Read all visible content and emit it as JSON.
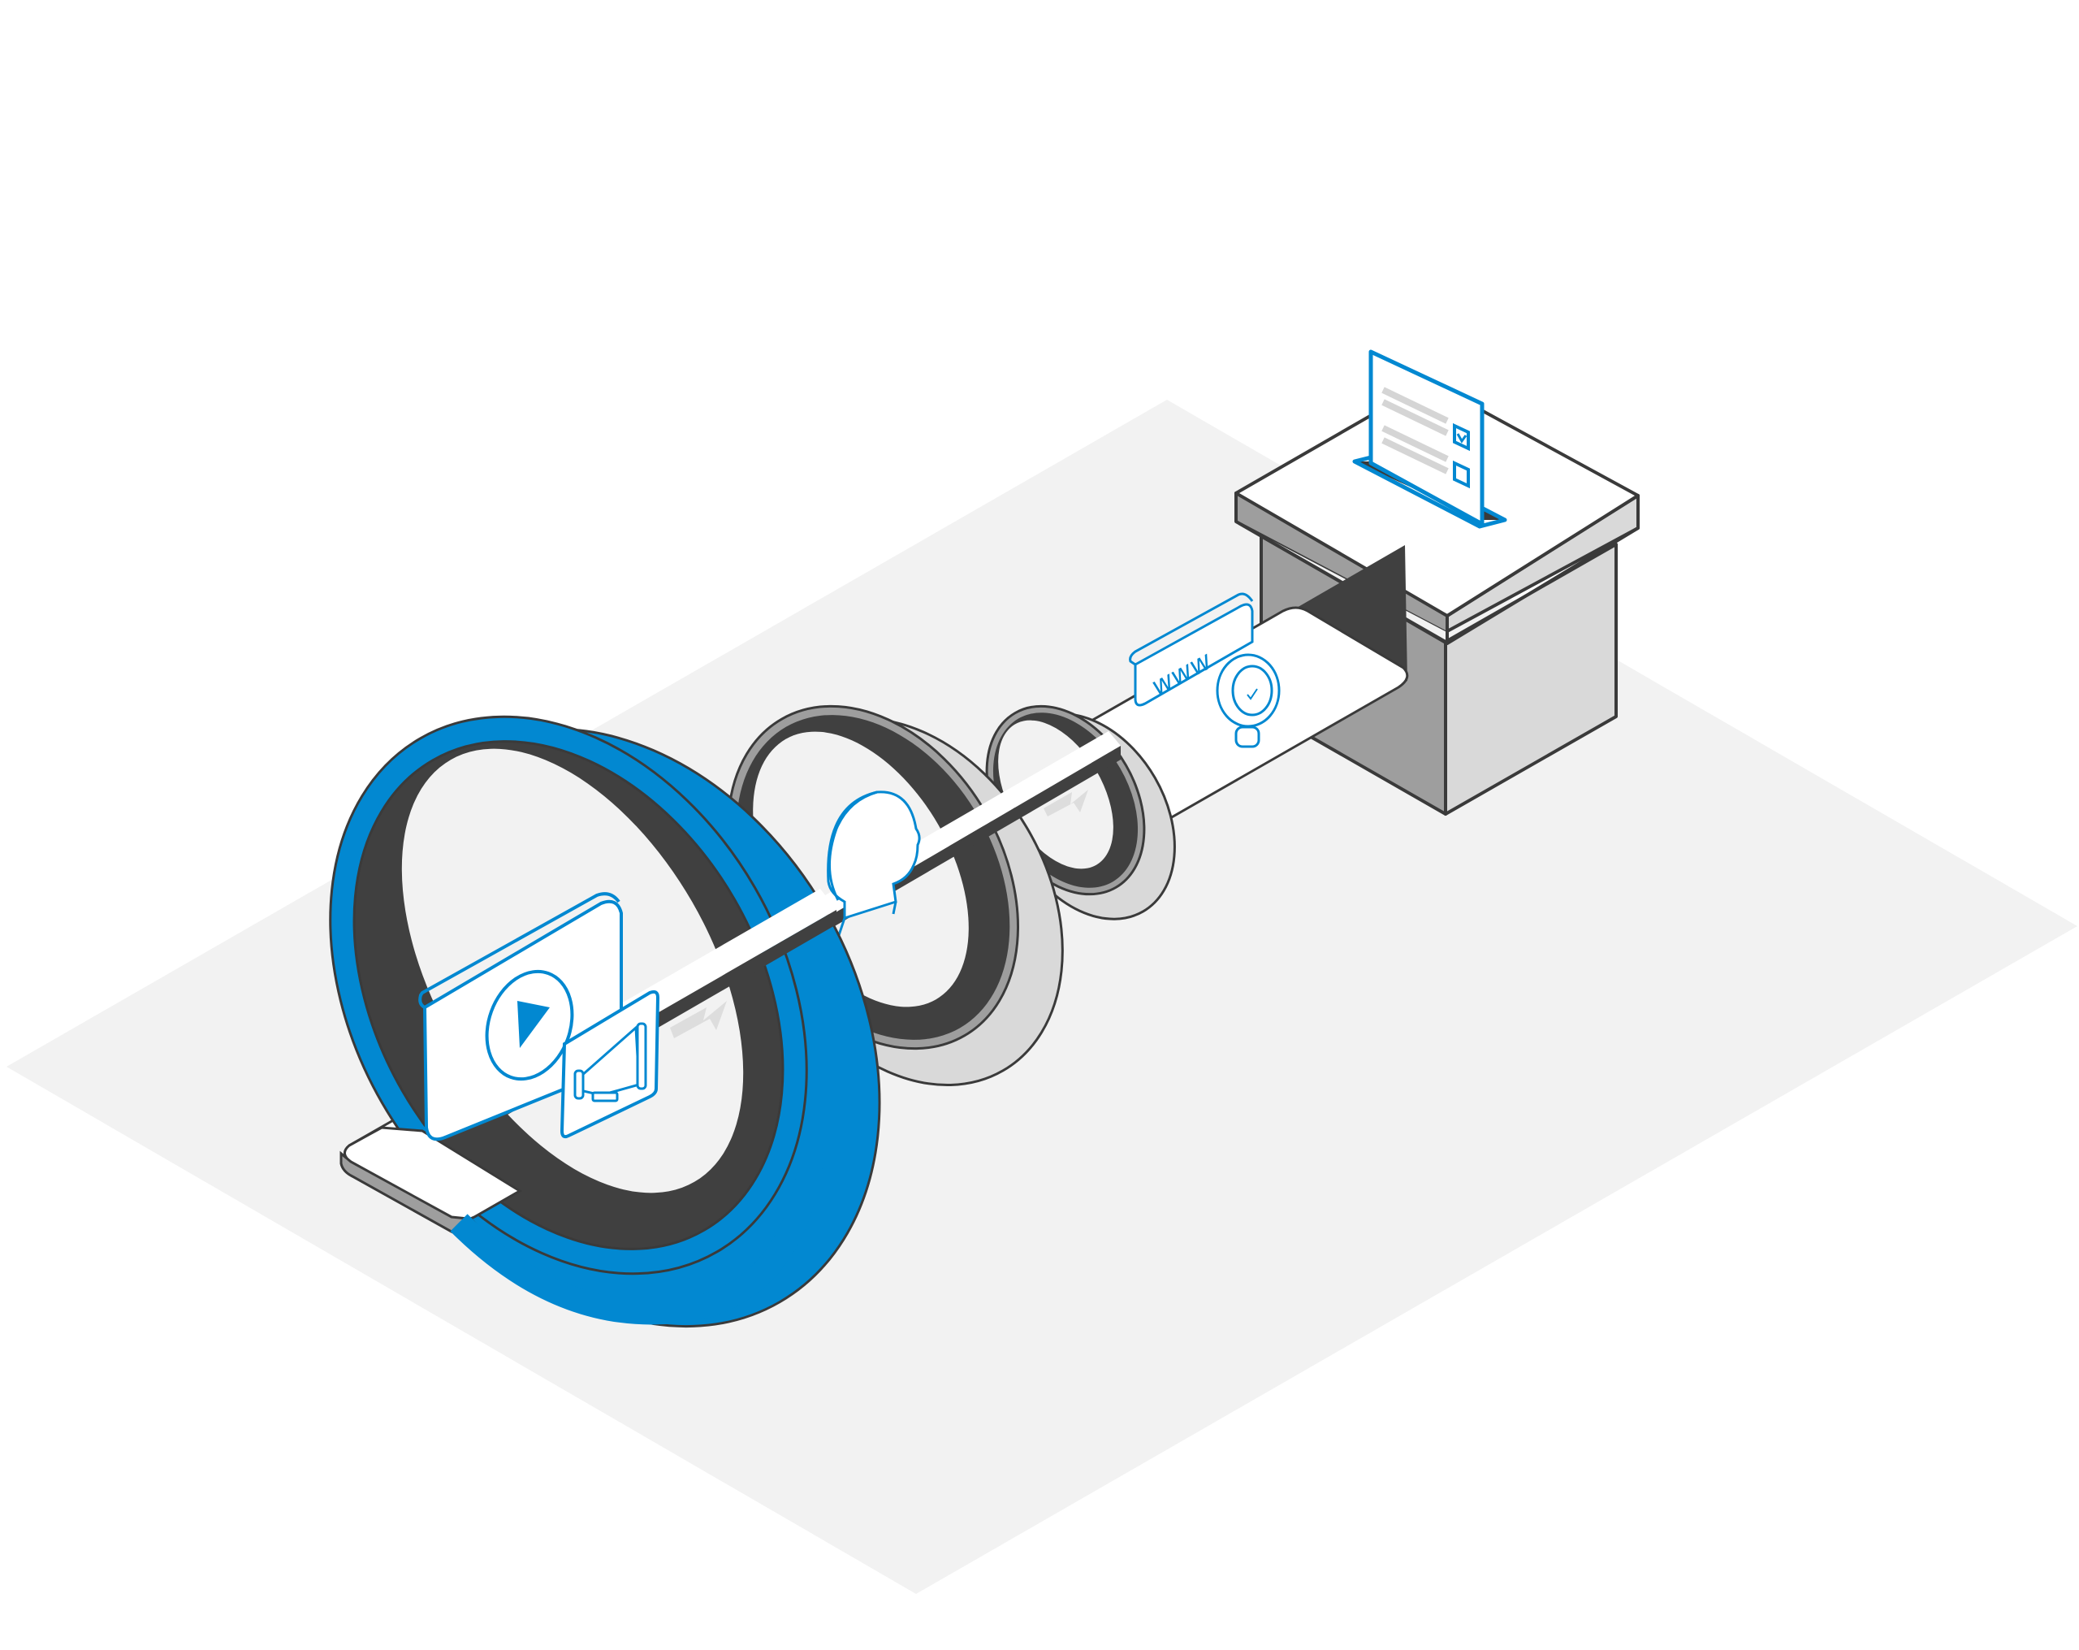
{
  "illustration": {
    "type": "isometric-funnel",
    "stages": [
      {
        "id": "stage-1",
        "ring": "large-blue-ring",
        "icons": [
          "video-play-icon",
          "megaphone-icon"
        ]
      },
      {
        "id": "stage-2",
        "ring": "medium-gray-ring",
        "icons": [
          "person-profile-icon"
        ]
      },
      {
        "id": "stage-3",
        "ring": "small-gray-ring",
        "icons": [
          "website-www-icon",
          "magnifier-check-icon"
        ]
      },
      {
        "id": "stage-4",
        "target": "ballot-box",
        "icons": [
          "checklist-ballot-icon"
        ]
      }
    ],
    "website_label": "www",
    "flow_arrows": 2
  },
  "colors": {
    "background": "#ffffff",
    "floor": "#f2f2f2",
    "accent_blue": "#0288d1",
    "ring_gray": "#d9d9d9",
    "ring_inner_gray": "#9e9e9e",
    "dark": "#404040",
    "outline": "#3a3a3a",
    "arrow_gray": "#dddddd"
  }
}
